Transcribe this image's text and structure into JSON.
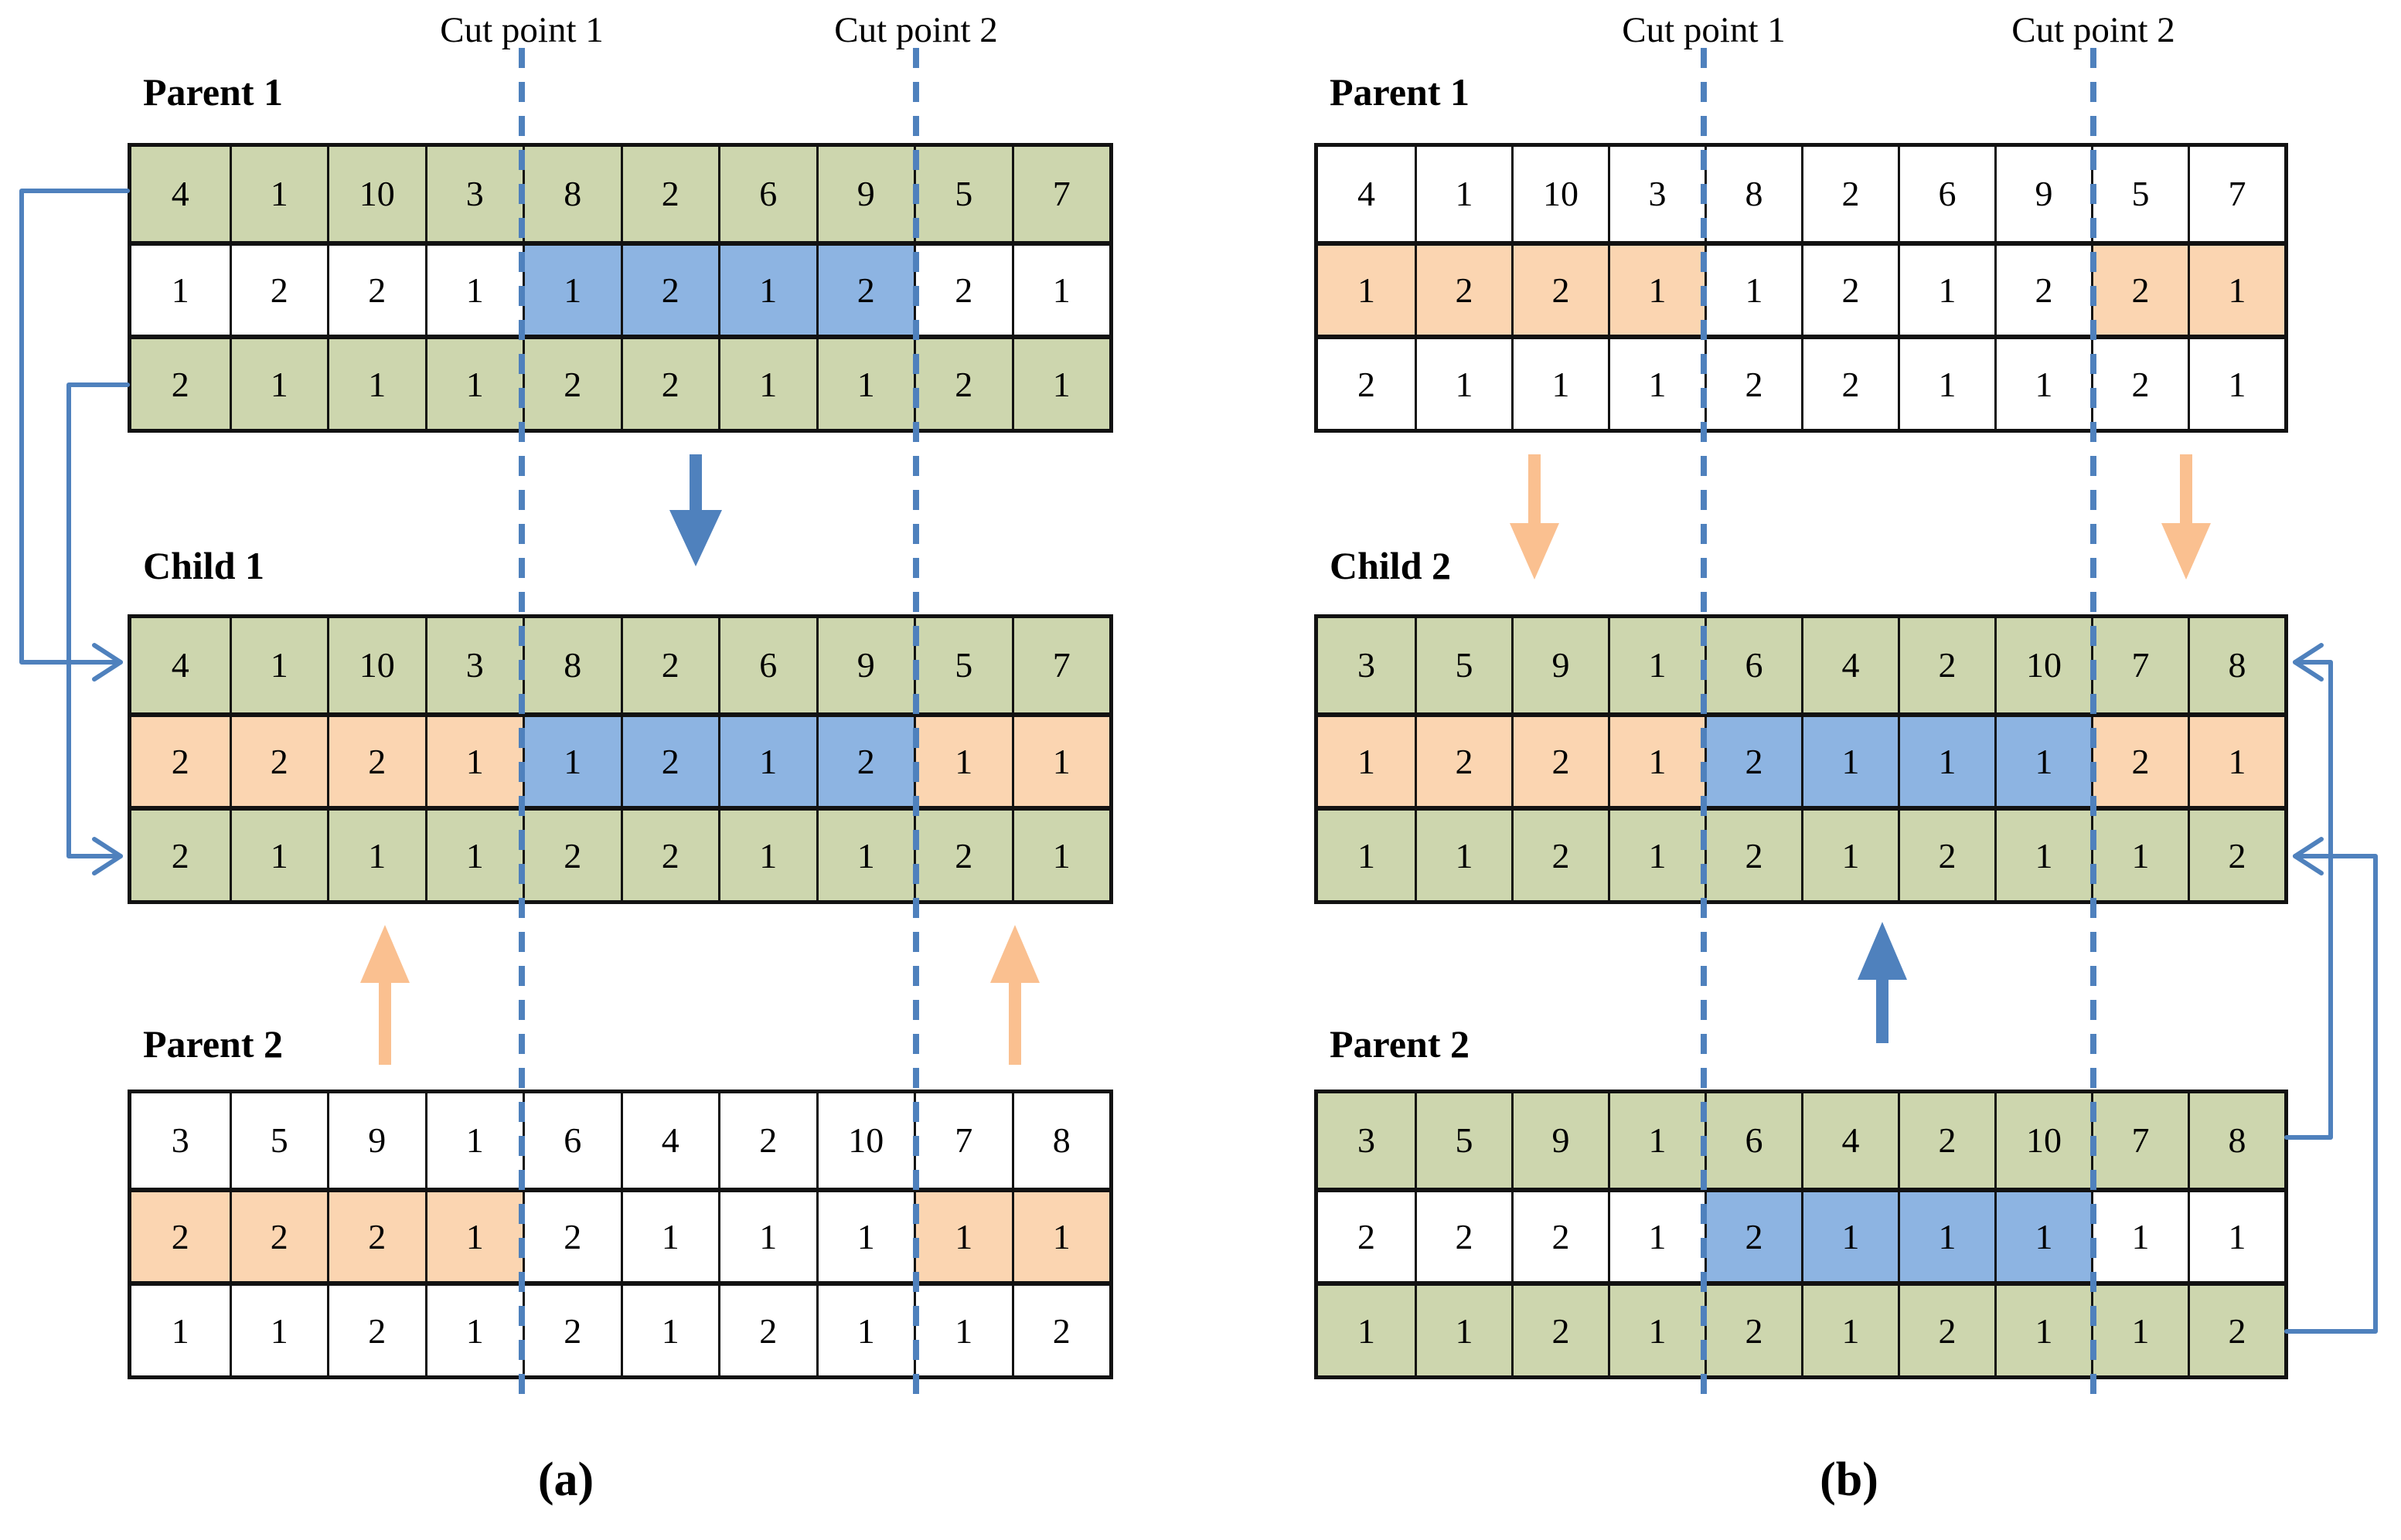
{
  "colors": {
    "accent_blue": "#4f81bd",
    "cell_blue": "#8db4e2",
    "cell_green": "#cdd6ae",
    "cell_orange": "#fbd5b1",
    "arrow_orange": "#fac090",
    "grid_black": "#121212"
  },
  "panel_a": {
    "caption": "(a)",
    "cut_labels": [
      "Cut point 1",
      "Cut point 2"
    ],
    "parent1": {
      "label": "Parent 1",
      "values": [
        [
          "4",
          "1",
          "10",
          "3",
          "8",
          "2",
          "6",
          "9",
          "5",
          "7"
        ],
        [
          "1",
          "2",
          "2",
          "1",
          "1",
          "2",
          "1",
          "2",
          "2",
          "1"
        ],
        [
          "2",
          "1",
          "1",
          "1",
          "2",
          "2",
          "1",
          "1",
          "2",
          "1"
        ]
      ],
      "fills": [
        "gggggggggg",
        "wwwwbbbbww",
        "gggggggggg"
      ]
    },
    "child1": {
      "label": "Child 1",
      "values": [
        [
          "4",
          "1",
          "10",
          "3",
          "8",
          "2",
          "6",
          "9",
          "5",
          "7"
        ],
        [
          "2",
          "2",
          "2",
          "1",
          "1",
          "2",
          "1",
          "2",
          "1",
          "1"
        ],
        [
          "2",
          "1",
          "1",
          "1",
          "2",
          "2",
          "1",
          "1",
          "2",
          "1"
        ]
      ],
      "fills": [
        "gggggggggg",
        "oooobbbboo",
        "gggggggggg"
      ]
    },
    "parent2": {
      "label": "Parent 2",
      "values": [
        [
          "3",
          "5",
          "9",
          "1",
          "6",
          "4",
          "2",
          "10",
          "7",
          "8"
        ],
        [
          "2",
          "2",
          "2",
          "1",
          "2",
          "1",
          "1",
          "1",
          "1",
          "1"
        ],
        [
          "1",
          "1",
          "2",
          "1",
          "2",
          "1",
          "2",
          "1",
          "1",
          "2"
        ]
      ],
      "fills": [
        "wwwwwwwwww",
        "oooowwwwoo",
        "wwwwwwwwww"
      ]
    }
  },
  "panel_b": {
    "caption": "(b)",
    "cut_labels": [
      "Cut point 1",
      "Cut point 2"
    ],
    "parent1": {
      "label": "Parent 1",
      "values": [
        [
          "4",
          "1",
          "10",
          "3",
          "8",
          "2",
          "6",
          "9",
          "5",
          "7"
        ],
        [
          "1",
          "2",
          "2",
          "1",
          "1",
          "2",
          "1",
          "2",
          "2",
          "1"
        ],
        [
          "2",
          "1",
          "1",
          "1",
          "2",
          "2",
          "1",
          "1",
          "2",
          "1"
        ]
      ],
      "fills": [
        "wwwwwwwwww",
        "oooowwwwoo",
        "wwwwwwwwww"
      ]
    },
    "child2": {
      "label": "Child 2",
      "values": [
        [
          "3",
          "5",
          "9",
          "1",
          "6",
          "4",
          "2",
          "10",
          "7",
          "8"
        ],
        [
          "1",
          "2",
          "2",
          "1",
          "2",
          "1",
          "1",
          "1",
          "2",
          "1"
        ],
        [
          "1",
          "1",
          "2",
          "1",
          "2",
          "1",
          "2",
          "1",
          "1",
          "2"
        ]
      ],
      "fills": [
        "gggggggggg",
        "oooobbbboo",
        "gggggggggg"
      ]
    },
    "parent2": {
      "label": "Parent 2",
      "values": [
        [
          "3",
          "5",
          "9",
          "1",
          "6",
          "4",
          "2",
          "10",
          "7",
          "8"
        ],
        [
          "2",
          "2",
          "2",
          "1",
          "2",
          "1",
          "1",
          "1",
          "1",
          "1"
        ],
        [
          "1",
          "1",
          "2",
          "1",
          "2",
          "1",
          "2",
          "1",
          "1",
          "2"
        ]
      ],
      "fills": [
        "gggggggggg",
        "wwwwbbbbww",
        "gggggggggg"
      ]
    }
  }
}
